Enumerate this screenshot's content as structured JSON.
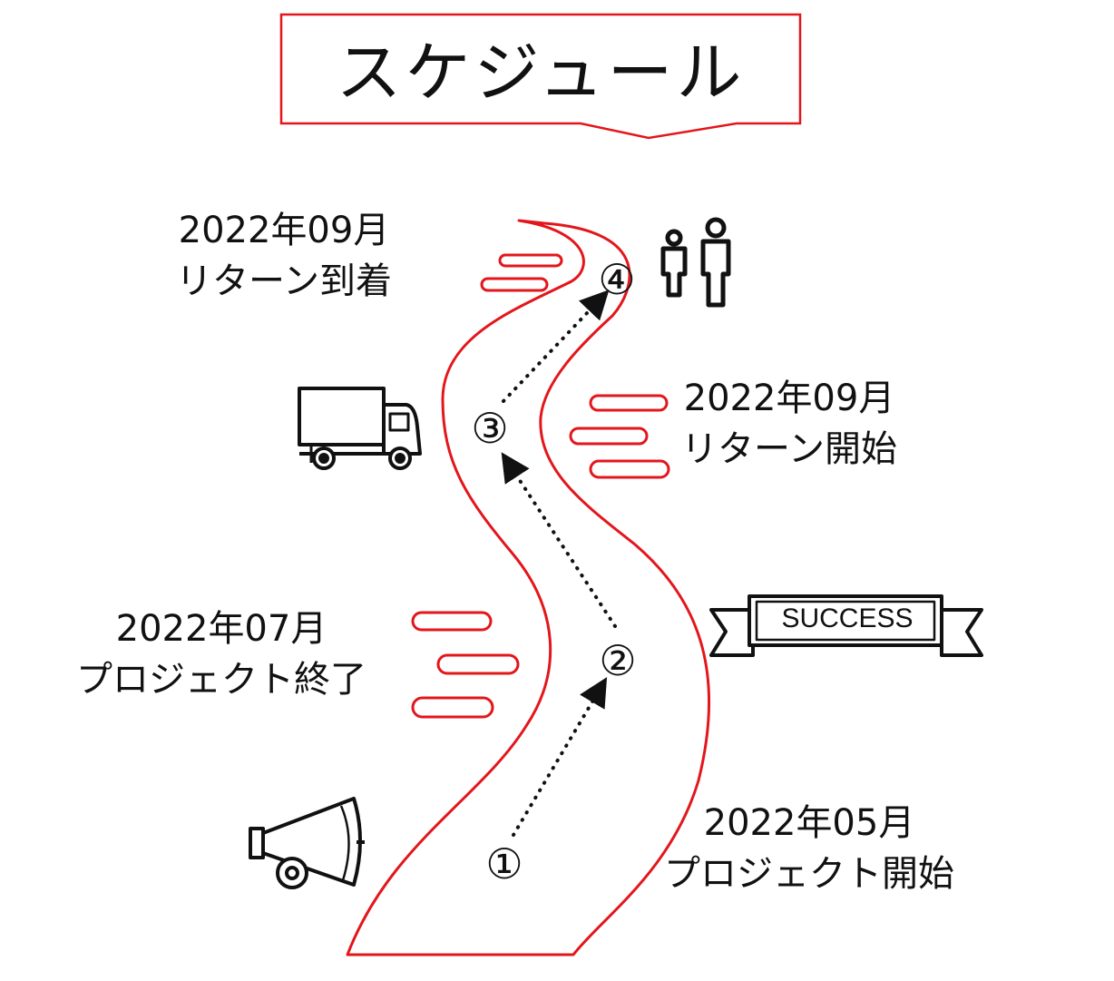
{
  "title": "スケジュール",
  "colors": {
    "accent": "#e3161b",
    "ink": "#111111"
  },
  "milestones": [
    {
      "step": "①",
      "date": "2022年05月",
      "event": "プロジェクト開始",
      "icon": "megaphone-icon"
    },
    {
      "step": "②",
      "date": "2022年07月",
      "event": "プロジェクト終了",
      "icon": "success-banner-icon"
    },
    {
      "step": "③",
      "date": "2022年09月",
      "event": "リターン開始",
      "icon": "delivery-truck-icon"
    },
    {
      "step": "④",
      "date": "2022年09月",
      "event": "リターン到着",
      "icon": "people-icon"
    }
  ],
  "banner": {
    "text": "SUCCESS"
  }
}
